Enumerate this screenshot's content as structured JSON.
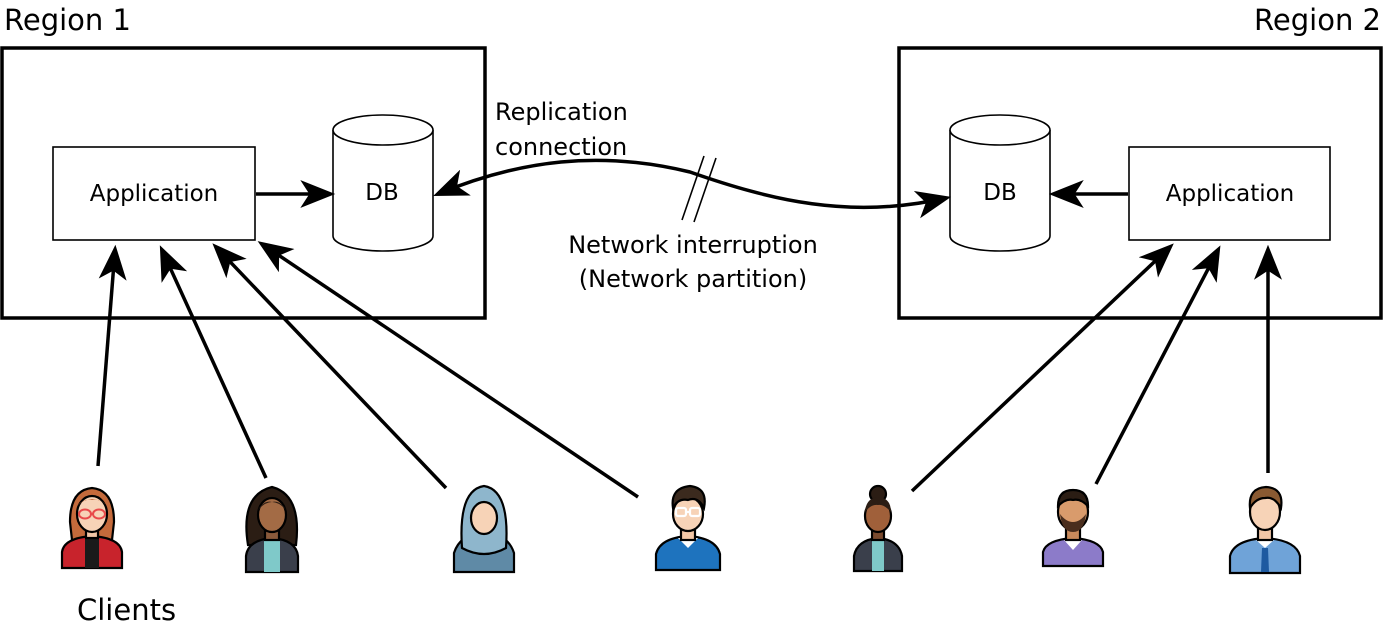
{
  "regions": {
    "left": {
      "title": "Region 1",
      "app_label": "Application",
      "db_label": "DB"
    },
    "right": {
      "title": "Region 2",
      "app_label": "Application",
      "db_label": "DB"
    }
  },
  "replication": {
    "label_line1": "Replication",
    "label_line2": "connection"
  },
  "network": {
    "label_line1": "Network interruption",
    "label_line2": "(Network partition)"
  },
  "clients": {
    "label": "Clients",
    "people": [
      {
        "icon": "woman-red-hair-glasses-icon",
        "region": "Region 1"
      },
      {
        "icon": "woman-curly-hair-icon",
        "region": "Region 1"
      },
      {
        "icon": "woman-hijab-icon",
        "region": "Region 1"
      },
      {
        "icon": "man-glasses-blue-shirt-icon",
        "region": "Region 1"
      },
      {
        "icon": "woman-bun-hair-icon",
        "region": "Region 2"
      },
      {
        "icon": "man-beard-purple-shirt-icon",
        "region": "Region 2"
      },
      {
        "icon": "man-tie-blue-shirt-icon",
        "region": "Region 2"
      }
    ]
  },
  "colors": {
    "red_top": "#c8232c",
    "teal": "#7fc9c9",
    "hijab": "#8eb6cc",
    "blue_shirt": "#1e73be",
    "purple_shirt": "#8c7bc9",
    "light_blue_shirt": "#6fa3d8",
    "dark_jacket": "#3a3f4b"
  }
}
